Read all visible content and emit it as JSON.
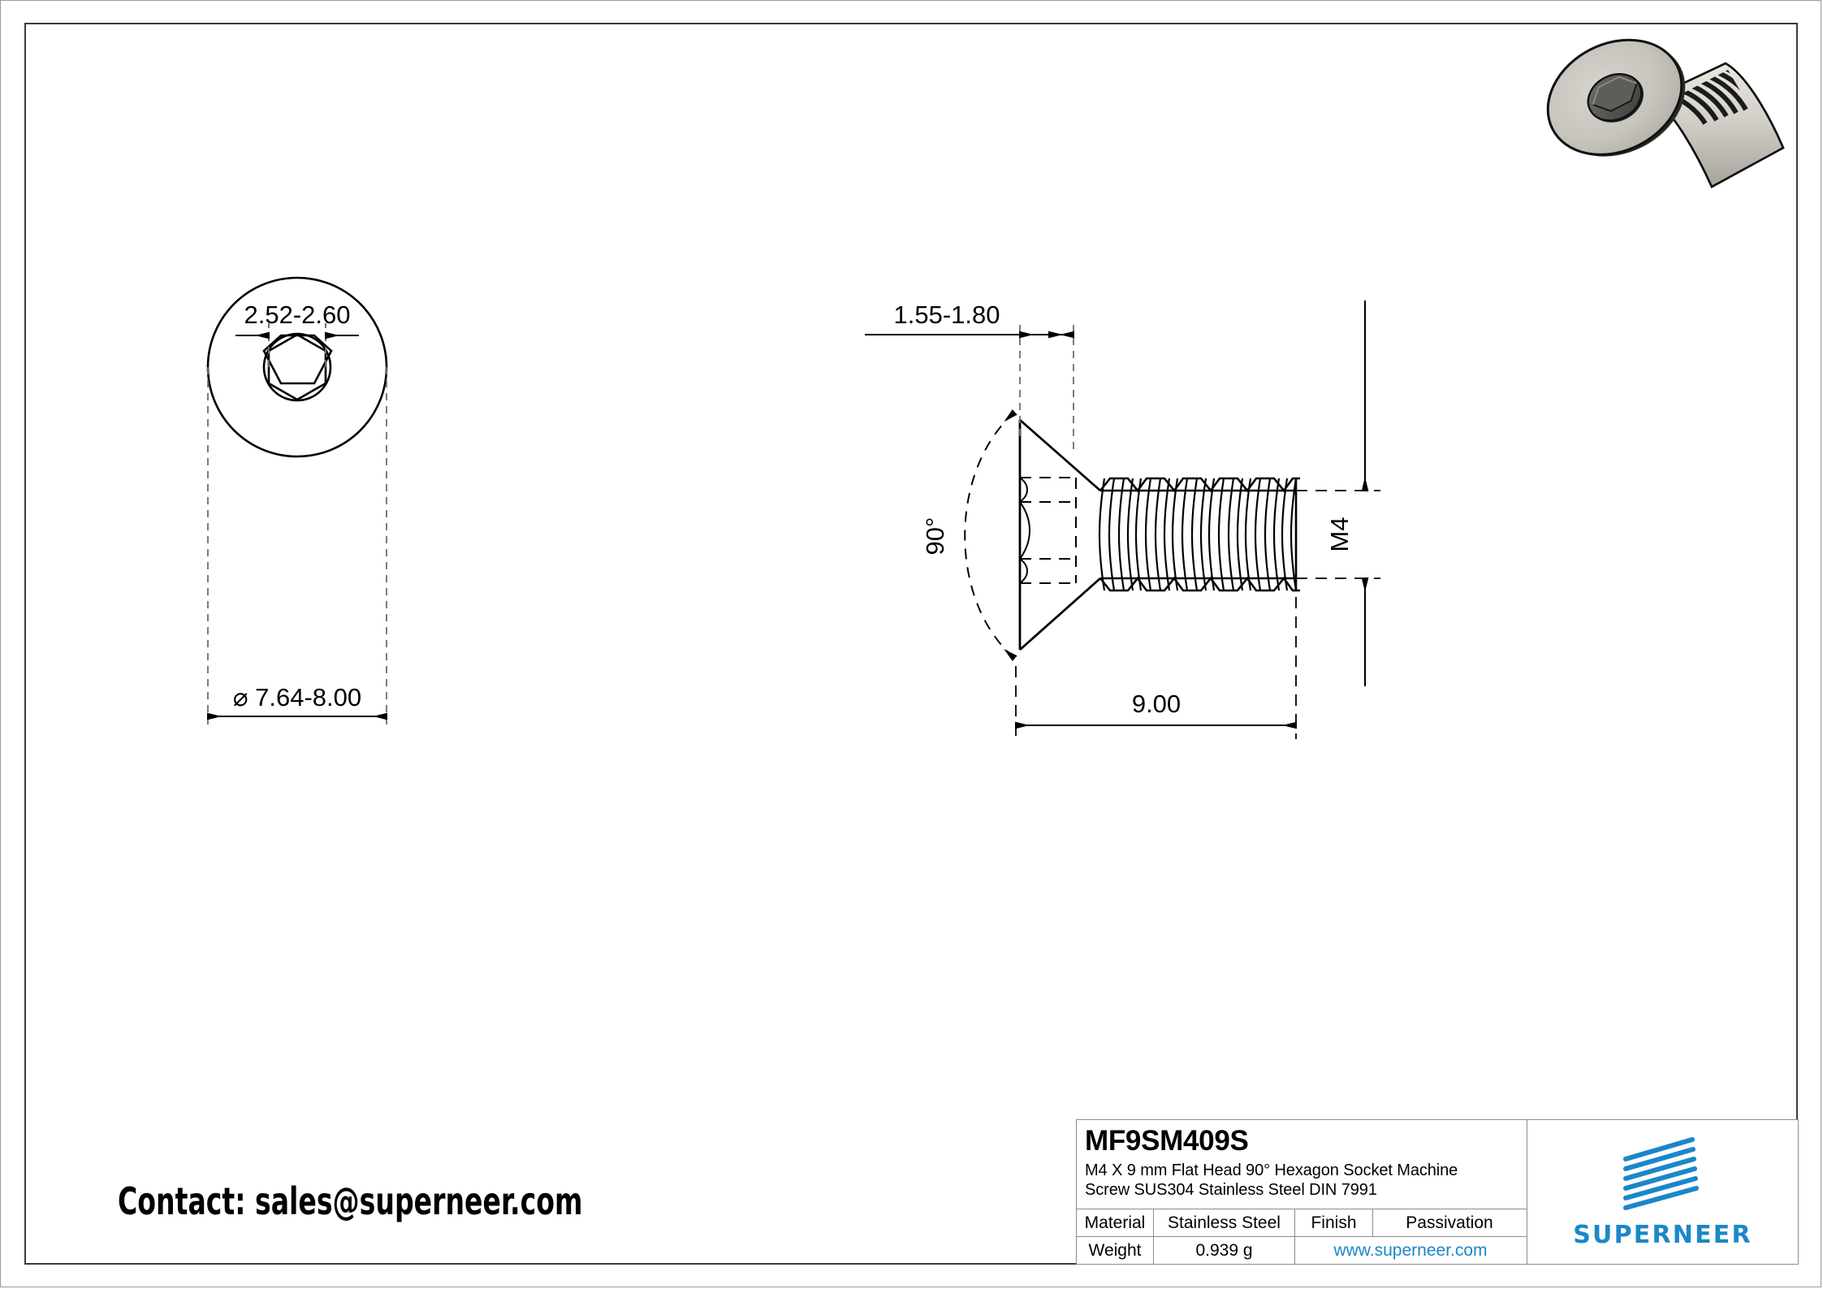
{
  "document": {
    "type": "engineering-drawing",
    "contact_line": "Contact: sales@superneer.com"
  },
  "views": {
    "top_view": {
      "name": "head-top-view",
      "dimensions": {
        "socket_width": "2.52-2.60",
        "head_diameter": "⌀ 7.64-8.00"
      }
    },
    "side_view": {
      "name": "screw-side-view",
      "dimensions": {
        "head_height": "1.55-1.80",
        "countersink_angle": "90°",
        "thread_size": "M4",
        "length": "9.00"
      }
    },
    "iso_view": {
      "name": "screw-3d-render"
    }
  },
  "title_block": {
    "part_number": "MF9SM409S",
    "description_line1": "M4 X 9 mm  Flat Head 90° Hexagon Socket Machine",
    "description_line2": "Screw SUS304 Stainless Steel DIN 7991",
    "rows": [
      {
        "label": "Material",
        "value": "Stainless Steel",
        "label2": "Finish",
        "value2": "Passivation"
      },
      {
        "label": "Weight",
        "value": "0.939 g",
        "url": "www.superneer.com"
      }
    ],
    "labels": {
      "material": "Material",
      "material_value": "Stainless Steel",
      "finish": "Finish",
      "finish_value": "Passivation",
      "weight": "Weight",
      "weight_value": "0.939 g",
      "website": "www.superneer.com"
    },
    "brand": {
      "name": "SUPERNEER",
      "color": "#1b87c9"
    }
  },
  "colors": {
    "line": "#000000",
    "frame": "#3a3a3a",
    "page_edge": "#9a9a9a",
    "brand_blue": "#1b87c9",
    "metal_light": "#c9c7c0",
    "metal_mid": "#9a9890",
    "metal_dark": "#565654",
    "socket_dark": "#4a4a48"
  }
}
